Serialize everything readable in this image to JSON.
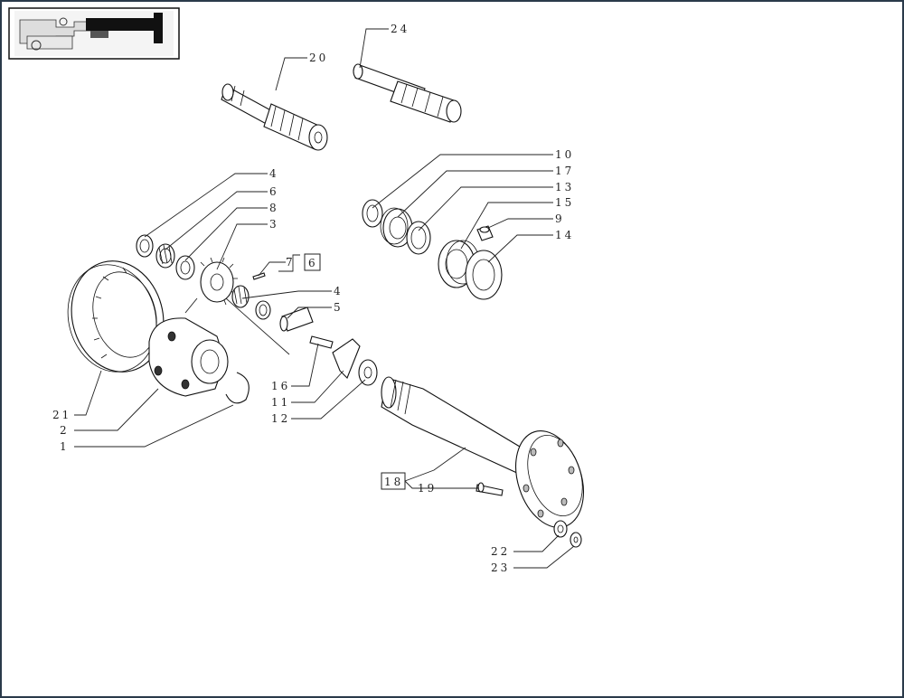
{
  "labels": {
    "l20": "20",
    "l24": "24",
    "l4a": "4",
    "l6a": "6",
    "l8": "8",
    "l3": "3",
    "l7": "7",
    "l6box": "6",
    "l4b": "4",
    "l5": "5",
    "l10": "10",
    "l17": "17",
    "l13": "13",
    "l15": "15",
    "l9": "9",
    "l14": "14",
    "l16": "16",
    "l11": "11",
    "l12": "12",
    "l21": "21",
    "l2": "2",
    "l1": "1",
    "l18": "18",
    "l19": "19",
    "l22": "22",
    "l23": "23"
  },
  "thumbnail": {
    "icon": "assembly-location-thumbnail-icon"
  }
}
